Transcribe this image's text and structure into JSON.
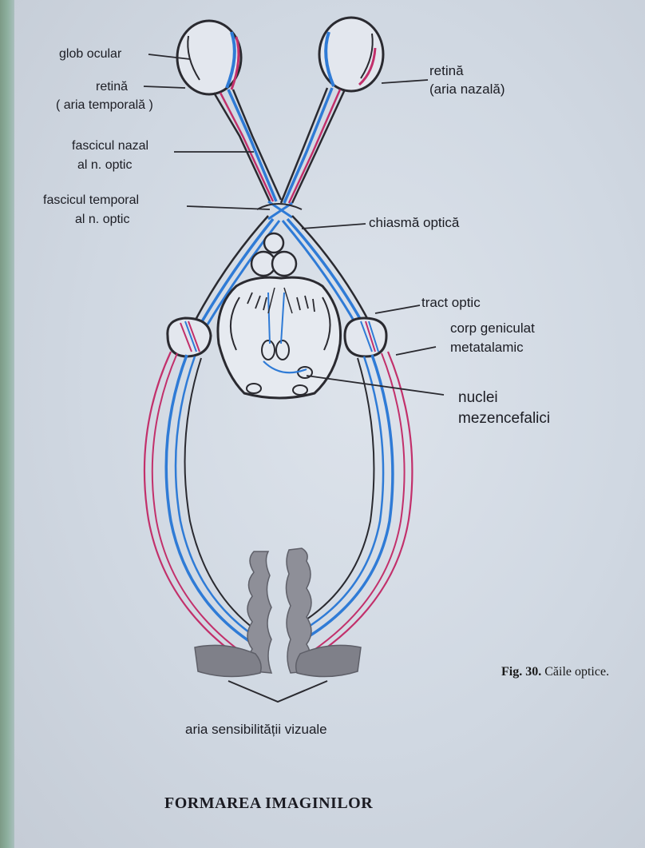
{
  "labels": {
    "glob_ocular": "glob ocular",
    "retina_left": "retină",
    "aria_temporala": "( aria temporală )",
    "fascicul_nazal_1": "fascicul nazal",
    "fascicul_nazal_2": "al n. optic",
    "fascicul_temporal_1": "fascicul temporal",
    "fascicul_temporal_2": "al n. optic",
    "retina_right": "retină",
    "aria_nazala": "(aria nazală)",
    "chiasma_optica": "chiasmă optică",
    "tract_optic": "tract optic",
    "corp_geniculat_1": "corp geniculat",
    "corp_geniculat_2": "metatalamic",
    "nuclei_1": "nuclei",
    "nuclei_2": "mezencefalici",
    "aria_vizuala": "aria sensibilității vizuale"
  },
  "caption": {
    "prefix": "Fig. 30.",
    "text": "Căile optice."
  },
  "heading": "FORMAREA IMAGINILOR",
  "colors": {
    "blue_path": "#2f7bd6",
    "red_path": "#c2306b",
    "outline": "#2a2a30"
  }
}
